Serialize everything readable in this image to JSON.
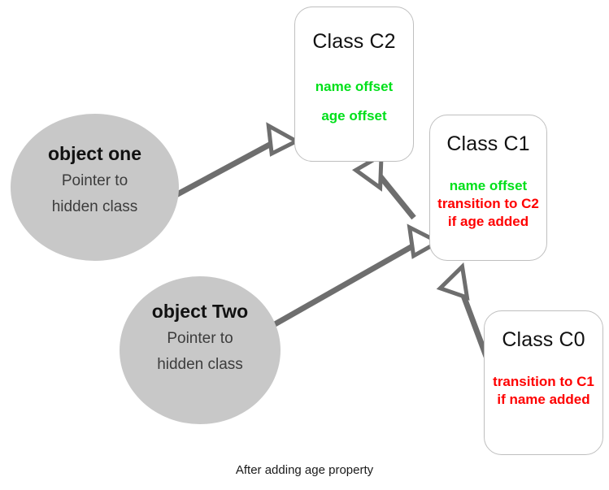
{
  "diagram": {
    "caption": "After adding age property",
    "colors": {
      "object_fill": "#c8c8c8",
      "box_fill": "#ffffff",
      "box_border": "#bfbfbf",
      "arrow": "#6e6e6e",
      "offset_text": "#00e01a",
      "transition_text": "#fe0000",
      "title_text": "#111111"
    },
    "classes": [
      {
        "id": "c2",
        "title": "Class C2",
        "offsets": [
          "name offset",
          "age offset"
        ],
        "transitions": []
      },
      {
        "id": "c1",
        "title": "Class C1",
        "offsets": [
          "name offset"
        ],
        "transitions": [
          "transition to C2",
          "if age added"
        ]
      },
      {
        "id": "c0",
        "title": "Class C0",
        "offsets": [],
        "transitions": [
          "transition to C1",
          "if name added"
        ]
      }
    ],
    "objects": [
      {
        "id": "object-one",
        "title": "object one",
        "subtitle_lines": [
          "Pointer to",
          "hidden class"
        ]
      },
      {
        "id": "object-two",
        "title": "object Two",
        "subtitle_lines": [
          "Pointer to",
          "hidden class"
        ]
      }
    ],
    "arrows": [
      {
        "id": "arrow-object-one-to-c2",
        "from": "object one",
        "to": "Class C2",
        "head": "open-triangle"
      },
      {
        "id": "arrow-object-two-to-c1",
        "from": "object Two",
        "to": "Class C1",
        "head": "open-triangle"
      },
      {
        "id": "arrow-c1-to-c2",
        "from": "Class C1",
        "to": "Class C2",
        "head": "open-triangle"
      },
      {
        "id": "arrow-c0-to-c1",
        "from": "Class C0",
        "to": "Class C1",
        "head": "open-triangle"
      }
    ]
  }
}
